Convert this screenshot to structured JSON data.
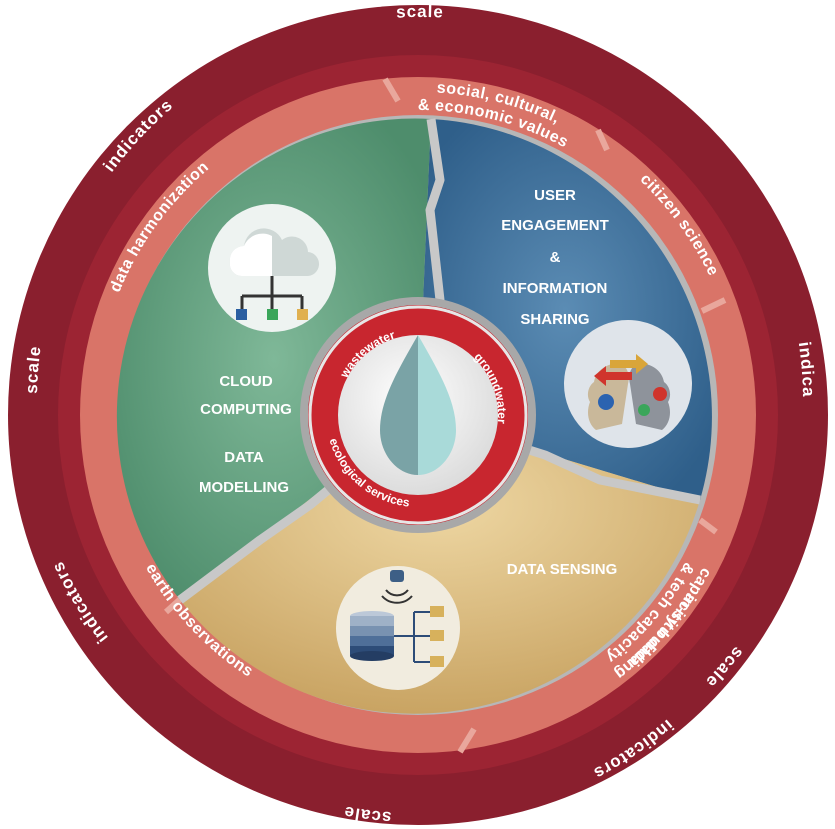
{
  "center": {
    "items": [
      "wastewater",
      "groundwater",
      "ecological services"
    ]
  },
  "sections": {
    "user_engagement": [
      "USER",
      "ENGAGEMENT",
      "&",
      "INFORMATION",
      "SHARING"
    ],
    "cloud": [
      "CLOUD",
      "COMPUTING"
    ],
    "modelling": [
      "DATA",
      "MODELLING"
    ],
    "sensing": [
      "DATA SENSING"
    ]
  },
  "band": {
    "social": [
      "social, cultural,",
      "& economic values"
    ],
    "citizen": "citizen science",
    "capacity": [
      "capacity building",
      "& tech capacity"
    ],
    "earth": "earth observations",
    "insitu": "in-situ data",
    "harmonization": "data harmonization"
  },
  "outer": {
    "scale": "scale",
    "indicators": "indicators"
  },
  "colors": {
    "outer_ring": "#8a1f2e",
    "band": "#d97468",
    "green": "#5e9e7e",
    "blue": "#3f74a0",
    "tan": "#d8b877",
    "hub_ring": "#c8262f",
    "drop_left": "#7aa3a6",
    "drop_right": "#a9dad9"
  }
}
